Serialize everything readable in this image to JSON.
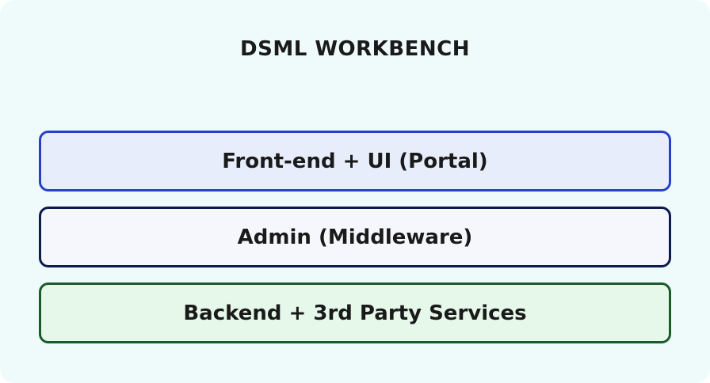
{
  "diagram": {
    "title": "DSML WORKBENCH",
    "background_color": "#effbfb",
    "layers": [
      {
        "label": "Front-end + UI (Portal)",
        "fill_color": "#e8edfc",
        "border_color": "#2a3fc7"
      },
      {
        "label": "Admin (Middleware)",
        "fill_color": "#f6f7fd",
        "border_color": "#0d1b4a"
      },
      {
        "label": "Backend + 3rd Party Services",
        "fill_color": "#e6f8ea",
        "border_color": "#1c5a2a"
      }
    ]
  }
}
